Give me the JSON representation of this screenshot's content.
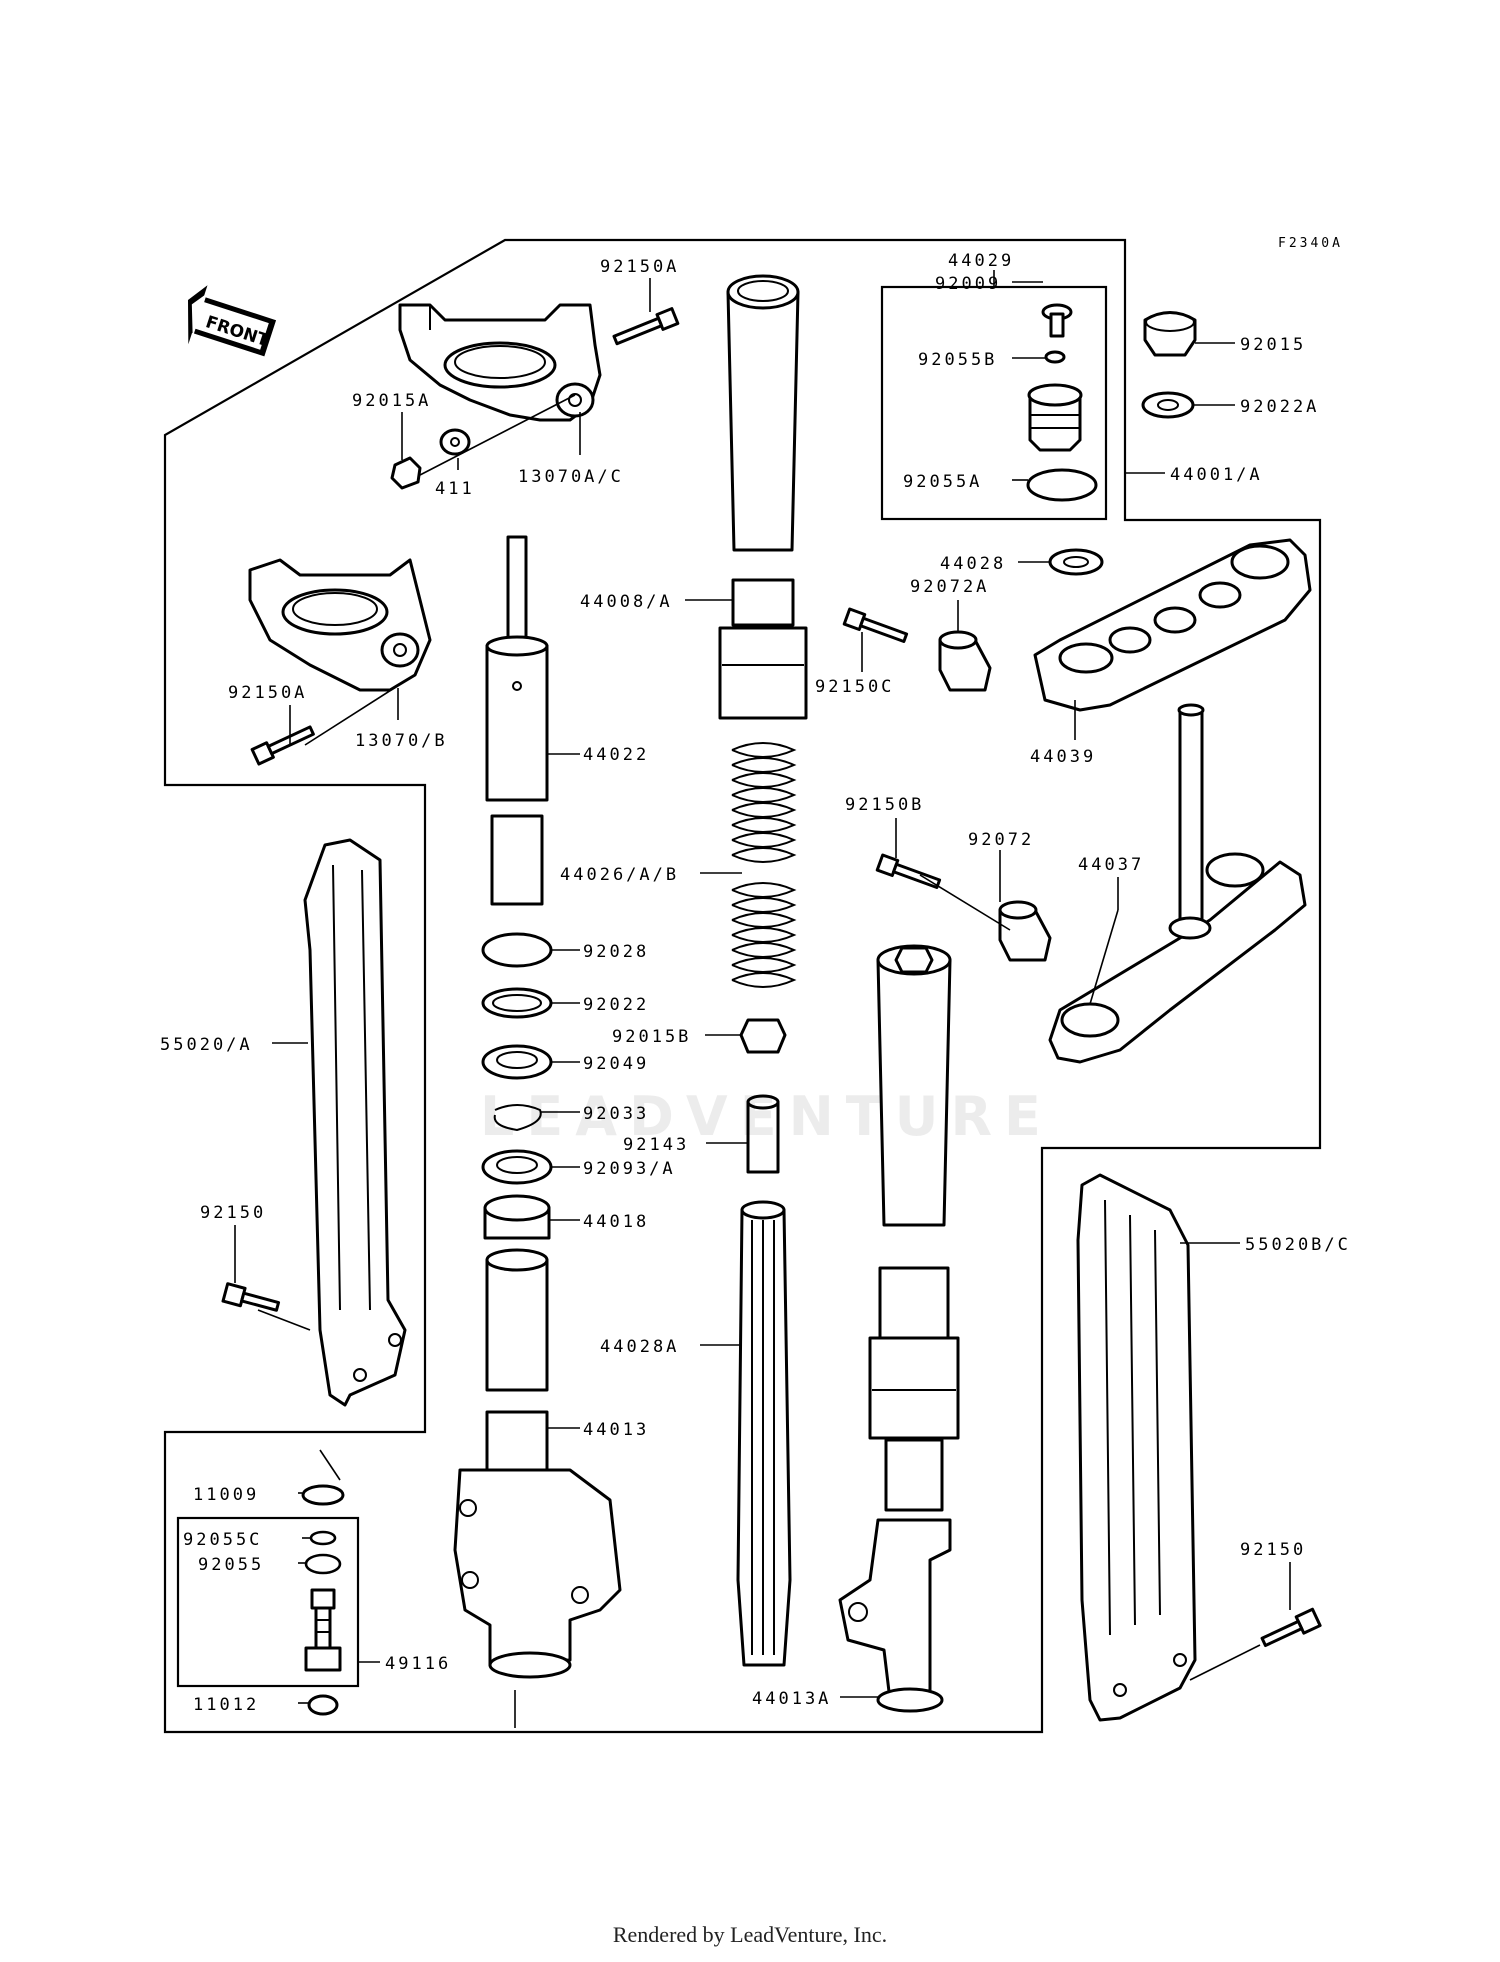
{
  "diagram_code": "F2340A",
  "front_label": "FRONT",
  "watermark": "LEADVENTURE",
  "footer": "Rendered by LeadVenture, Inc.",
  "labels": {
    "p92150A_top": "92150A",
    "p92015A": "92015A",
    "p411": "411",
    "p13070AC": "13070A/C",
    "p92150A_left": "92150A",
    "p13070B": "13070/B",
    "p44008A": "44008/A",
    "p44022": "44022",
    "p44026AB": "44026/A/B",
    "p92028": "92028",
    "p92022": "92022",
    "p92015B": "92015B",
    "p92049": "92049",
    "p92033": "92033",
    "p92143": "92143",
    "p92093A": "92093/A",
    "p44018": "44018",
    "p44028A": "44028A",
    "p44013": "44013",
    "p44013A": "44013A",
    "p55020A": "55020/A",
    "p92150_left": "92150",
    "p11009": "11009",
    "p92055C": "92055C",
    "p92055": "92055",
    "p49116": "49116",
    "p11012": "11012",
    "p44029": "44029",
    "p92009": "92009",
    "p92055B": "92055B",
    "p92055A": "92055A",
    "p92015": "92015",
    "p92022A": "92022A",
    "p44001A": "44001/A",
    "p44028": "44028",
    "p92072A": "92072A",
    "p92150C": "92150C",
    "p44039": "44039",
    "p92150B": "92150B",
    "p92072": "92072",
    "p44037": "44037",
    "p55020BC": "55020B/C",
    "p92150_right": "92150"
  }
}
